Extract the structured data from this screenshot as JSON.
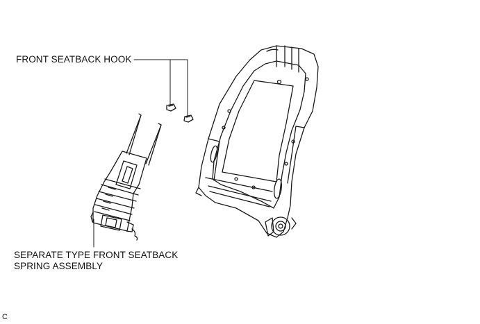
{
  "labels": {
    "hook": "FRONT SEATBACK HOOK",
    "spring_line1": "SEPARATE TYPE FRONT SEATBACK",
    "spring_line2": "SPRING ASSEMBLY"
  },
  "figure_code": "C",
  "colors": {
    "line": "#1a1a1a",
    "background": "#ffffff"
  }
}
